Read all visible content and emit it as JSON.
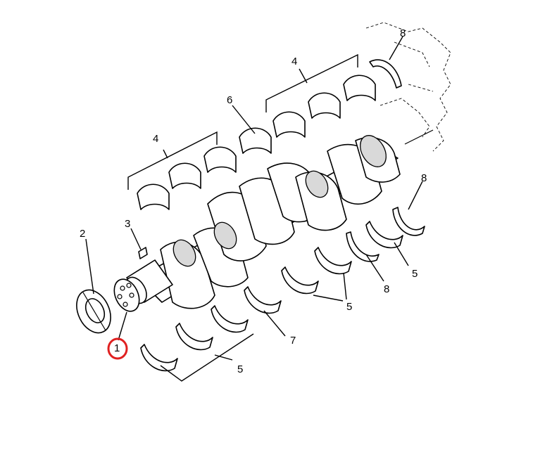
{
  "colors": {
    "line": "#000000",
    "shade": "#d9d9d9",
    "highlight": "#e02020",
    "background": "#ffffff"
  },
  "callouts": {
    "c1": "1",
    "c2": "2",
    "c3": "3",
    "c4a": "4",
    "c4b": "4",
    "c5a": "5",
    "c5b": "5",
    "c5c": "5",
    "c6": "6",
    "c7": "7",
    "c8a": "8",
    "c8b": "8",
    "c8c": "8"
  },
  "highlighted_callout": "1"
}
